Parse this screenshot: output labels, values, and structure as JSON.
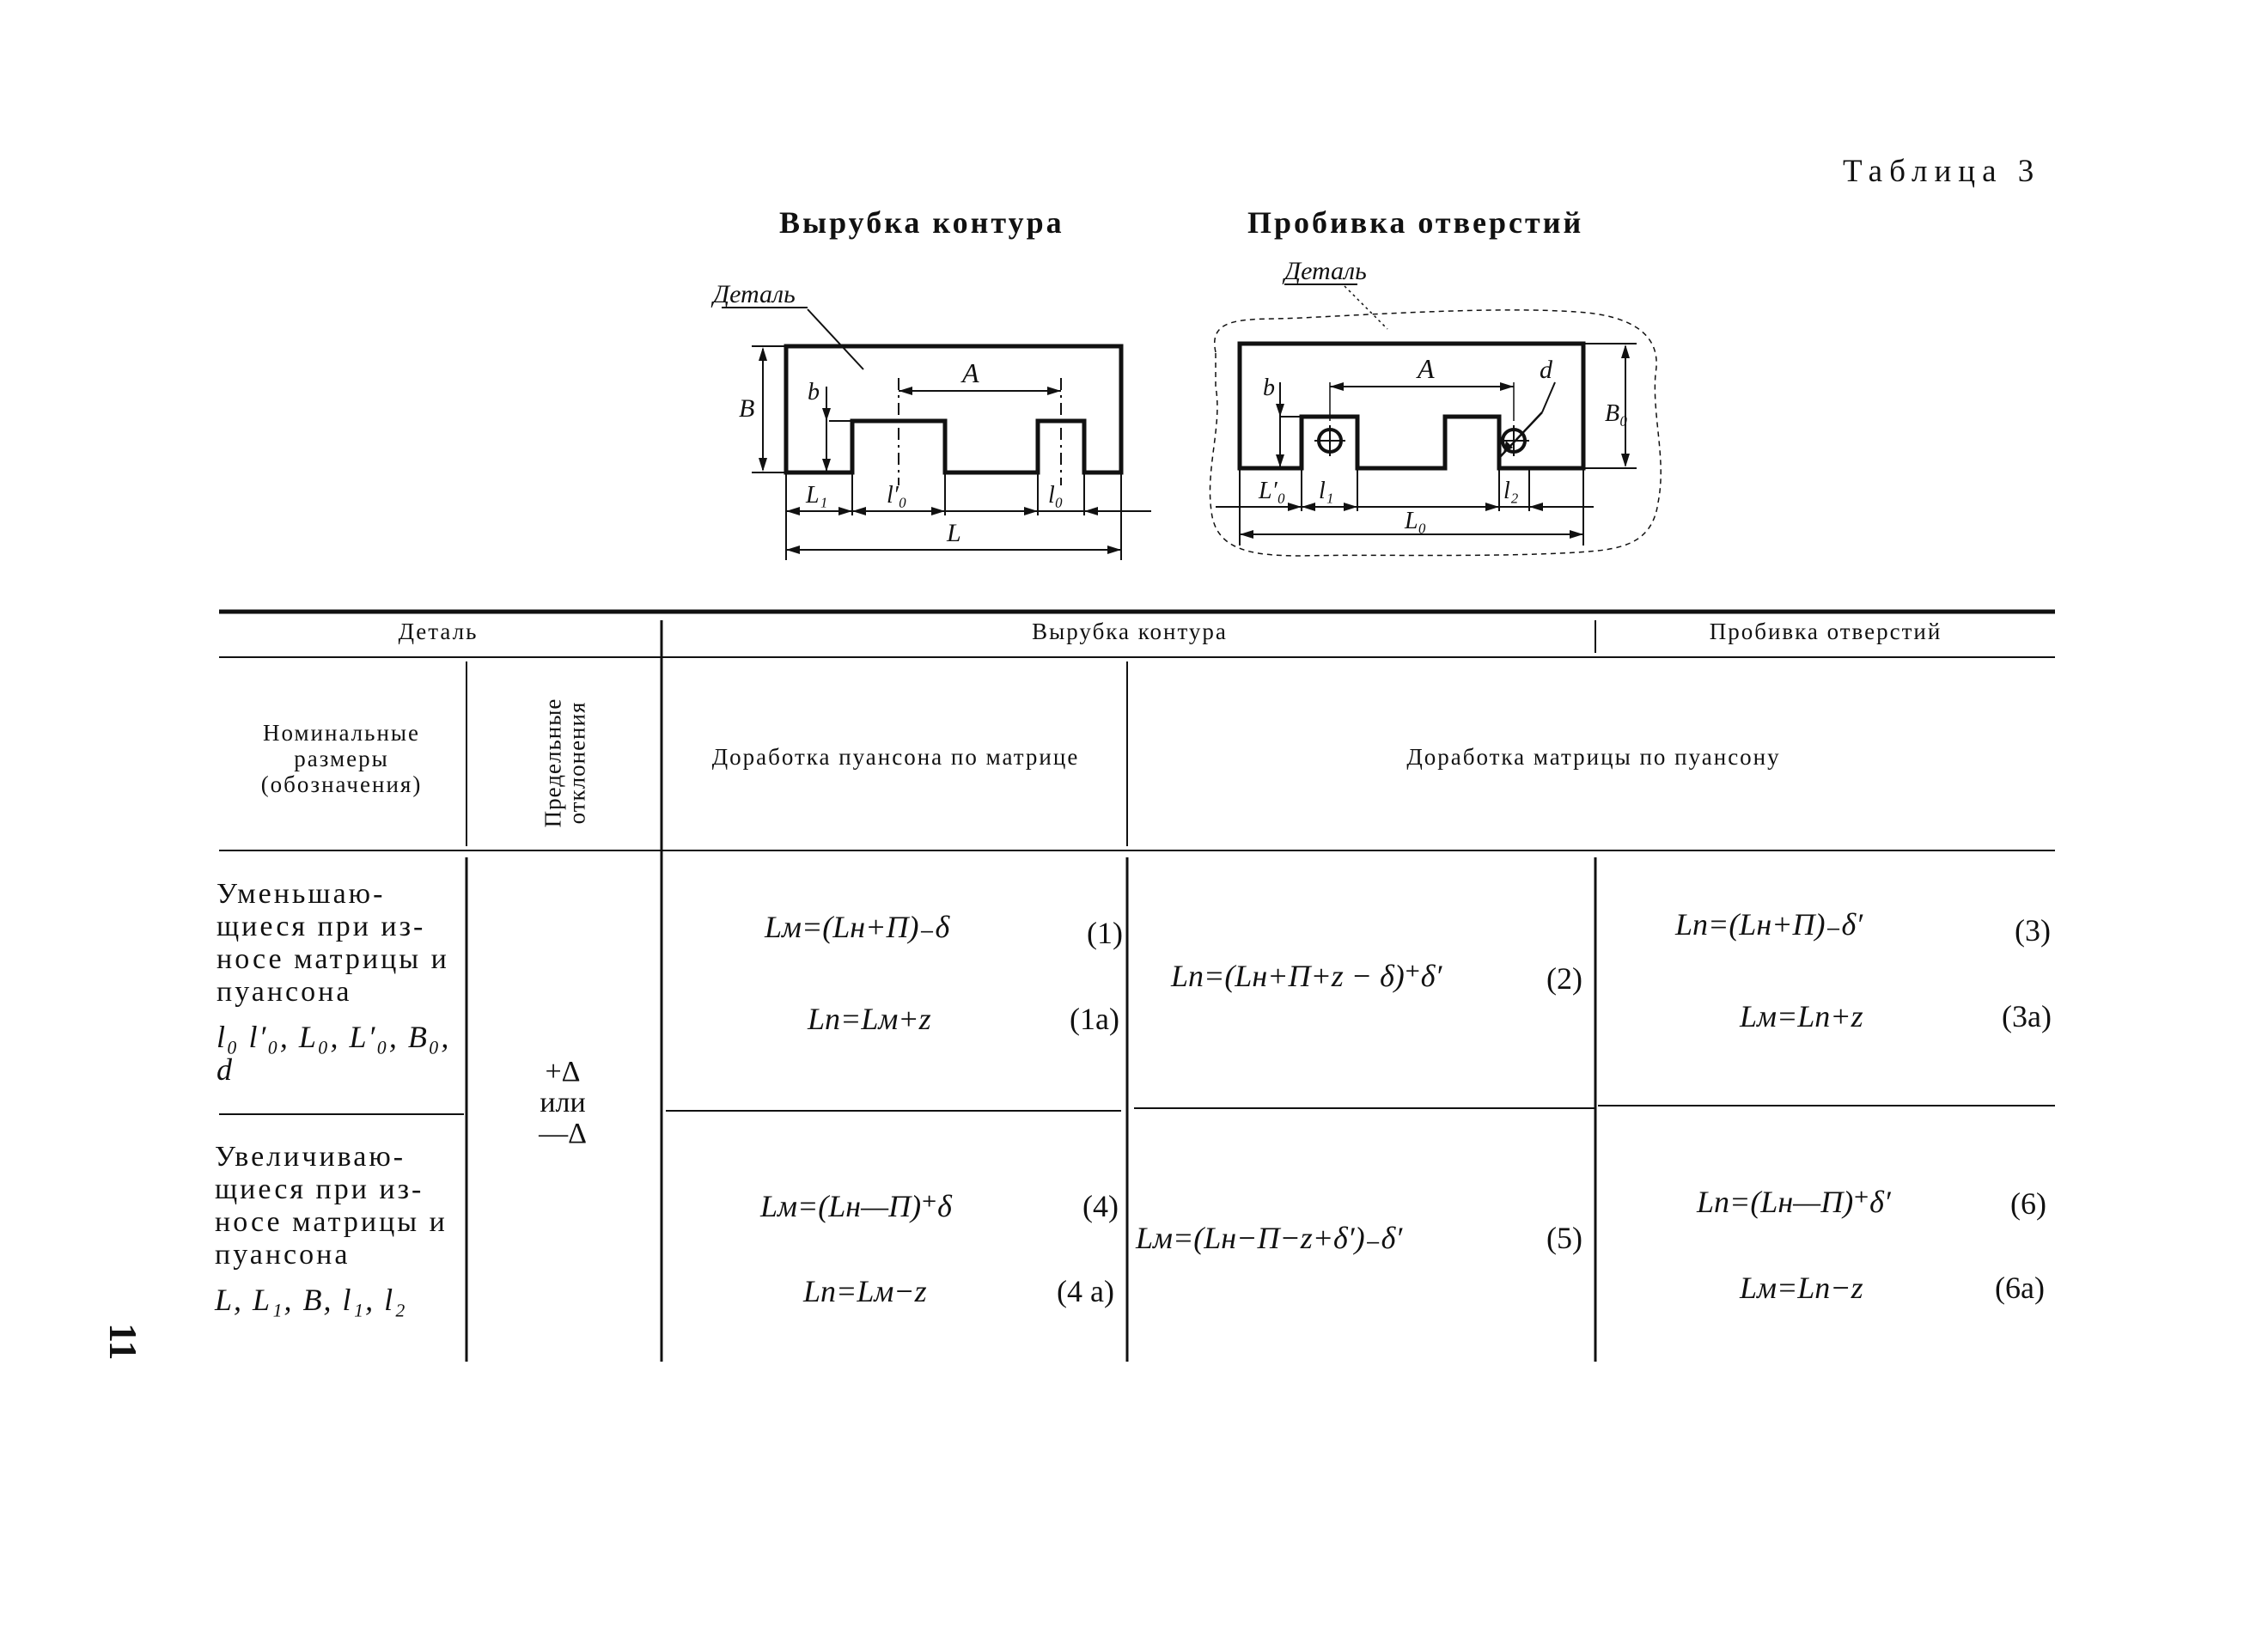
{
  "table_title": "Таблица 3",
  "figures": {
    "left": {
      "title": "Вырубка контура",
      "part_label": "Деталь",
      "labels": {
        "A": "A",
        "B": "B",
        "b": "b",
        "L1": "L₁",
        "l0p": "l′₀",
        "l0": "l₀",
        "L": "L"
      }
    },
    "right": {
      "title": "Пробивка отверстий",
      "part_label": "Деталь",
      "labels": {
        "A": "A",
        "d": "d",
        "B0": "B₀",
        "b": "b",
        "L0p": "L′₀",
        "l1": "l₁",
        "l2": "l₂",
        "L0": "L₀"
      }
    }
  },
  "table": {
    "headers": {
      "detail": "Деталь",
      "cutting": "Вырубка контура",
      "punching": "Пробивка отверстий",
      "nominal": [
        "Номинальные",
        "размеры",
        "(обозначения)"
      ],
      "deviations": "Предельные отклонения",
      "punch_to_die": "Доработка пуансона по матрице",
      "die_to_punch": "Доработка матрицы по пуансону"
    },
    "deviation_value": {
      "plus": "+Δ",
      "or": "или",
      "minus": "—Δ"
    },
    "rows": [
      {
        "category_lines": [
          "Уменьшаю-",
          "щиеся при из-",
          "носе матрицы и",
          "пуансона"
        ],
        "symbols": "l₀ l′₀, L₀, L′₀, B₀, d",
        "f1": "Lм=(Lн+П)₋δ",
        "n1": "(1)",
        "f1a": "Lп=Lм+z",
        "n1a": "(1a)",
        "f2": "Lп=(Lн+П+z − δ)⁺δ′",
        "n2": "(2)",
        "f3": "Lп=(Lн+П)₋δ′",
        "n3": "(3)",
        "f3a": "Lм=Lп+z",
        "n3a": "(3a)"
      },
      {
        "category_lines": [
          "Увеличиваю-",
          "щиеся при из-",
          "носе матрицы и",
          "пуансона"
        ],
        "symbols": "L, L₁, B, l₁, l₂",
        "f1": "Lм=(Lн—П)⁺δ",
        "n1": "(4)",
        "f1a": "Lп=Lм−z",
        "n1a": "(4 a)",
        "f2": "Lм=(Lн−П−z+δ′)₋δ′",
        "n2": "(5)",
        "f3": "Lп=(Lн—П)⁺δ′",
        "n3": "(6)",
        "f3a": "Lм=Lп−z",
        "n3a": "(6a)"
      }
    ]
  },
  "page_number": "11"
}
